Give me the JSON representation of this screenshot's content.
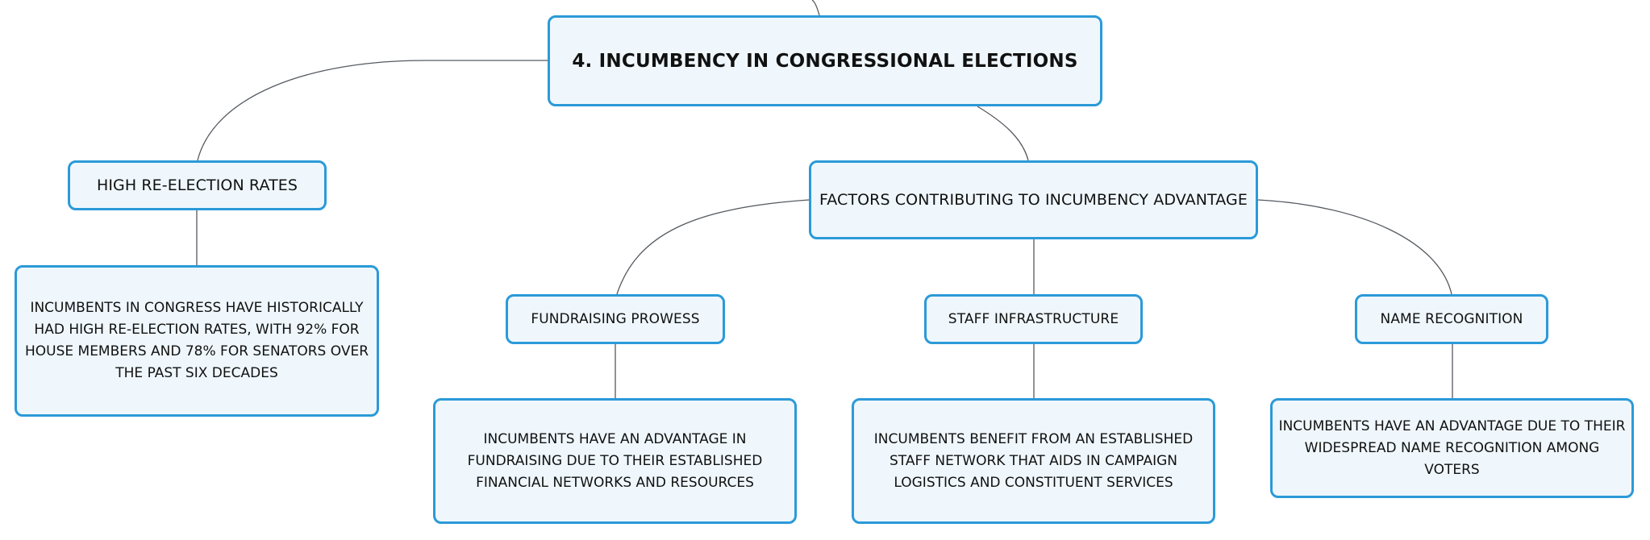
{
  "diagram": {
    "root": {
      "label": "4. INCUMBENCY IN CONGRESSIONAL ELECTIONS"
    },
    "branches": [
      {
        "label": "HIGH RE-ELECTION RATES",
        "detail": "INCUMBENTS IN CONGRESS HAVE HISTORICALLY HAD HIGH RE-ELECTION RATES, WITH 92% FOR HOUSE MEMBERS AND 78% FOR SENATORS OVER THE PAST SIX DECADES"
      },
      {
        "label": "FACTORS CONTRIBUTING TO INCUMBENCY ADVANTAGE",
        "children": [
          {
            "label": "FUNDRAISING PROWESS",
            "detail": "INCUMBENTS HAVE AN ADVANTAGE IN FUNDRAISING DUE TO THEIR ESTABLISHED FINANCIAL NETWORKS AND RESOURCES"
          },
          {
            "label": "STAFF INFRASTRUCTURE",
            "detail": "INCUMBENTS BENEFIT FROM AN ESTABLISHED STAFF NETWORK THAT AIDS IN CAMPAIGN LOGISTICS AND CONSTITUENT SERVICES"
          },
          {
            "label": "NAME RECOGNITION",
            "detail": "INCUMBENTS HAVE AN ADVANTAGE DUE TO THEIR WIDESPREAD NAME RECOGNITION AMONG VOTERS"
          }
        ]
      }
    ],
    "colors": {
      "node_fill": "#eff7fd",
      "node_border": "#2b9ad8",
      "connector": "#555a60",
      "text": "#111111"
    }
  }
}
